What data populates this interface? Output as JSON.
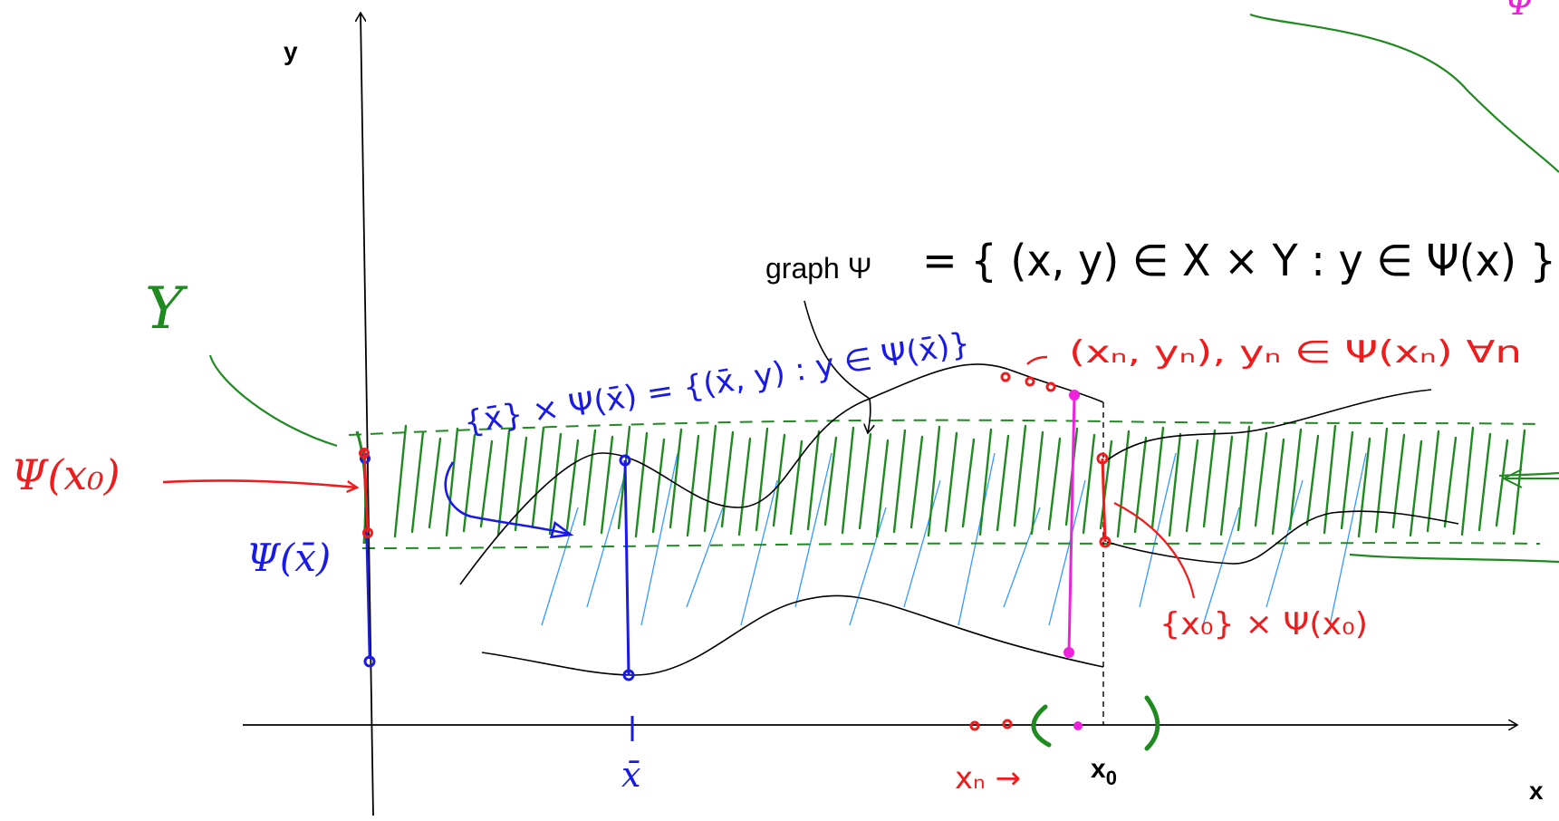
{
  "colors": {
    "black": "#000000",
    "green": "#1f8a1f",
    "blue": "#1a1ae6",
    "light_blue": "#3399ff",
    "red": "#ee1c1c",
    "magenta": "#ee22dd"
  },
  "axis": {
    "y_label": "y",
    "x_label": "x",
    "x0_label": "x",
    "x0_sub": "0"
  },
  "graph": {
    "label": "graph Ψ",
    "definition": "= { (x, y) ∈ X × Y : y ∈ Ψ(x) }"
  },
  "handwritten": {
    "big_y": "Y",
    "psi_x0": "Ψ(x₀)",
    "psi_xbar": "Ψ(x̄)",
    "slice_xbar": "{x̄} × Ψ(x̄) = {(x̄, y) : y ∈ Ψ(x̄)}",
    "sequence": "(xₙ, yₙ), yₙ ∈ Ψ(xₙ) ∀n",
    "slice_x0": "{x₀} × Ψ(x₀)",
    "xbar": "x̄",
    "xn_arrow": "xₙ →",
    "top_right_fragment": "Ψ"
  }
}
